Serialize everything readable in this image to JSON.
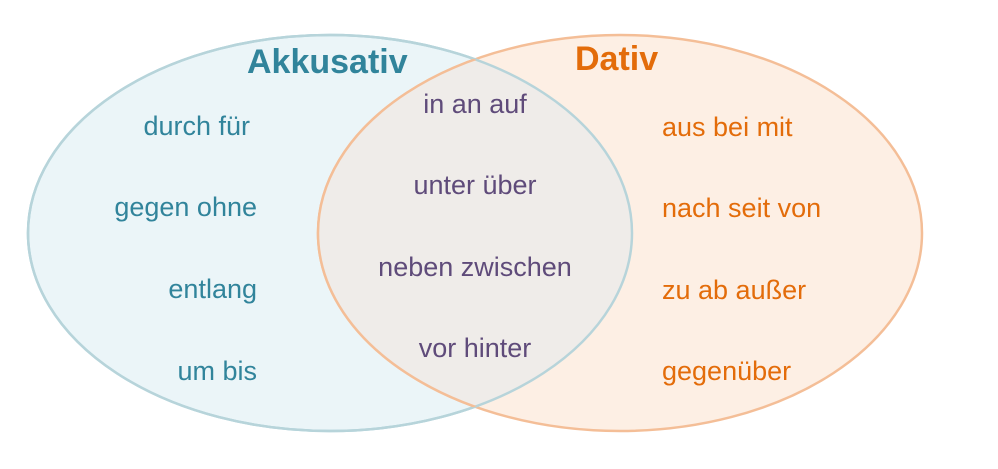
{
  "diagram": {
    "colors": {
      "left_fill": "#ebf5f8",
      "left_stroke": "#a8d3de",
      "left_text": "#31849b",
      "right_fill": "#fdefe4",
      "right_stroke": "#f4be97",
      "right_text": "#e36c0a",
      "overlap_text": "#5f4b7a"
    },
    "left": {
      "title": "Akkusativ",
      "items": [
        "durch für",
        "gegen ohne",
        "entlang",
        "um bis"
      ]
    },
    "right": {
      "title": "Dativ",
      "items": [
        "aus bei mit",
        "nach seit von",
        "zu ab außer",
        "gegenüber"
      ]
    },
    "overlap": {
      "items": [
        "in an auf",
        "unter über",
        "neben zwischen",
        "vor hinter"
      ]
    }
  }
}
